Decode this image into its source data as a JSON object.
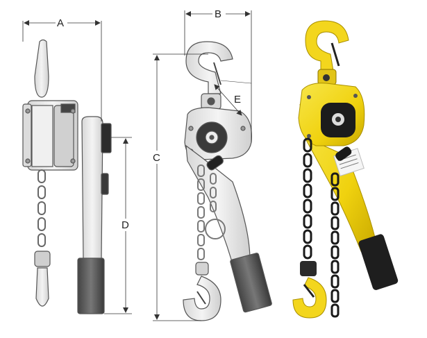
{
  "dimensions": {
    "a": "A",
    "b": "B",
    "c": "C",
    "d": "D",
    "e": "E"
  },
  "colors": {
    "line_art": "#555555",
    "hoist_body_gray": "#e8e8e8",
    "handle_grip": "#5a5a5a",
    "hoist_yellow": "#f2d81c",
    "hoist_black": "#1c1c1c",
    "dimension_line": "#333333"
  },
  "views": {
    "side_view": "side-view-drawing",
    "front_view": "front-view-drawing",
    "product_photo": "yellow-lever-hoist-photo"
  }
}
